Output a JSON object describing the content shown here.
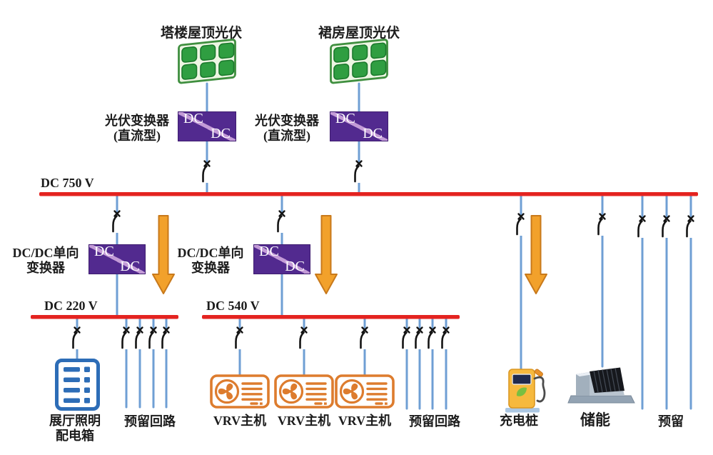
{
  "diagram": {
    "pv_sources": [
      {
        "label": "塔楼屋顶光伏"
      },
      {
        "label": "裙房屋顶光伏"
      }
    ],
    "pv_converter": {
      "label_line1": "光伏变换器",
      "label_line2": "(直流型)",
      "box_top": "DC",
      "box_bottom": "DC"
    },
    "buses": {
      "dc750": "DC 750 V",
      "dc220": "DC 220 V",
      "dc540": "DC 540 V"
    },
    "dcdc_converter": {
      "label_line1": "DC/DC单向",
      "label_line2": "变换器",
      "box_top": "DC",
      "box_bottom": "DC"
    },
    "loads": {
      "exhibition_box_line1": "展厅照明",
      "exhibition_box_line2": "配电箱",
      "reserved_circuits_220": "预留回路",
      "vrv_units": [
        {
          "label": "VRV主机"
        },
        {
          "label": "VRV主机"
        },
        {
          "label": "VRV主机"
        }
      ],
      "reserved_circuits_540": "预留回路",
      "charger": "充电桩",
      "storage": "储能",
      "reserved": "预留"
    },
    "colors": {
      "bus_red": "#e42320",
      "wire_blue": "#6f9fd4",
      "converter_purple": "#522a8f",
      "arrow_orange": "#f2a12b",
      "vrv_orange": "#dd7c2e",
      "building_blue": "#2d6db7",
      "panel_green": "#2f9e41",
      "charger_yellow": "#f6b93e"
    }
  }
}
